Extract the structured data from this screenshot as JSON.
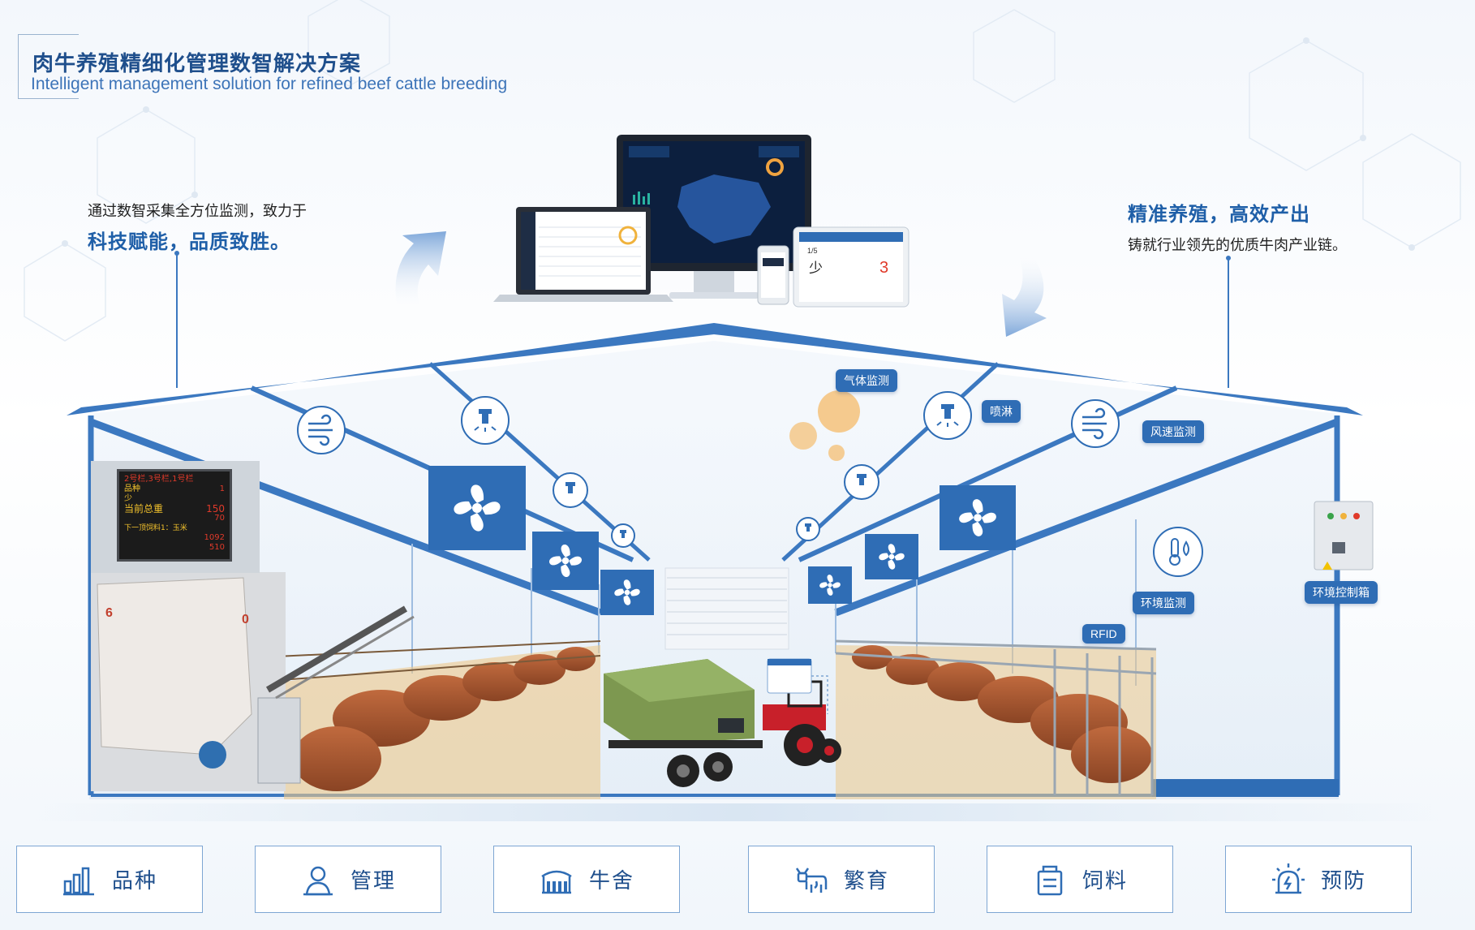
{
  "header": {
    "title_cn": "肉牛养殖精细化管理数智解决方案",
    "title_en": "Intelligent management solution for refined beef cattle breeding"
  },
  "left_caption": {
    "line1": "通过数智采集全方位监测，致力于",
    "line2": "科技赋能，品质致胜。"
  },
  "right_caption": {
    "line1": "精准养殖，高效产出",
    "line2": "铸就行业领先的优质牛肉产业链。"
  },
  "tags": {
    "gas": "气体监测",
    "spray": "喷淋",
    "wind": "风速监测",
    "env": "环境监测",
    "control_box": "环境控制箱",
    "rfid": "RFID"
  },
  "led_panel": {
    "row1": "2号栏,3号栏,1号栏",
    "row2_label": "品种",
    "row2_value": "1",
    "row3": "少",
    "row4_label": "当前总重",
    "row4_value": "150",
    "row5": "70",
    "row6": "下一顶饲料1：玉米",
    "row7": "1092",
    "row8": "510"
  },
  "devices": {
    "tablet_count": "3",
    "tablet_char": "少",
    "tablet_index": "1/5"
  },
  "nav": {
    "items": [
      {
        "label": "品种",
        "icon": "bar-chart-icon"
      },
      {
        "label": "管理",
        "icon": "user-icon"
      },
      {
        "label": "牛舍",
        "icon": "barn-icon"
      },
      {
        "label": "繁育",
        "icon": "cow-icon"
      },
      {
        "label": "饲料",
        "icon": "feed-bucket-icon"
      },
      {
        "label": "预防",
        "icon": "alarm-icon"
      }
    ]
  },
  "colors": {
    "primary": "#2f6db5",
    "dark_blue": "#1f4f8c",
    "roof_blue": "#3b78c0",
    "led_red": "#e03a2a",
    "orange": "#f4c27a"
  }
}
